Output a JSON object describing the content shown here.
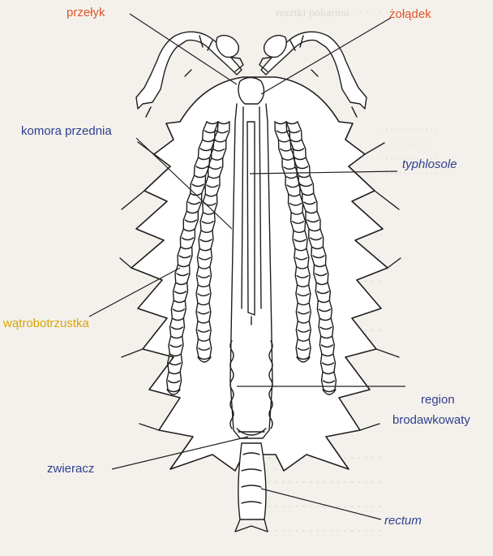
{
  "labels": {
    "przelyk": "przełyk",
    "zoladek": "żołądek",
    "komora_przednia": "komora przednia",
    "typhlosole": "typhlosole",
    "watrobotrzustka": "wątrobotrzustka",
    "region_line1": "region",
    "region_line2": "brodawkowaty",
    "zwieracz": "zwieracz",
    "rectum": "rectum"
  },
  "colors": {
    "orange_label": "#e0532a",
    "blue_label": "#2f3f8f",
    "yellow_label": "#d9a400",
    "page_background": "#f4f1ec",
    "line": "#1e1e1e"
  }
}
